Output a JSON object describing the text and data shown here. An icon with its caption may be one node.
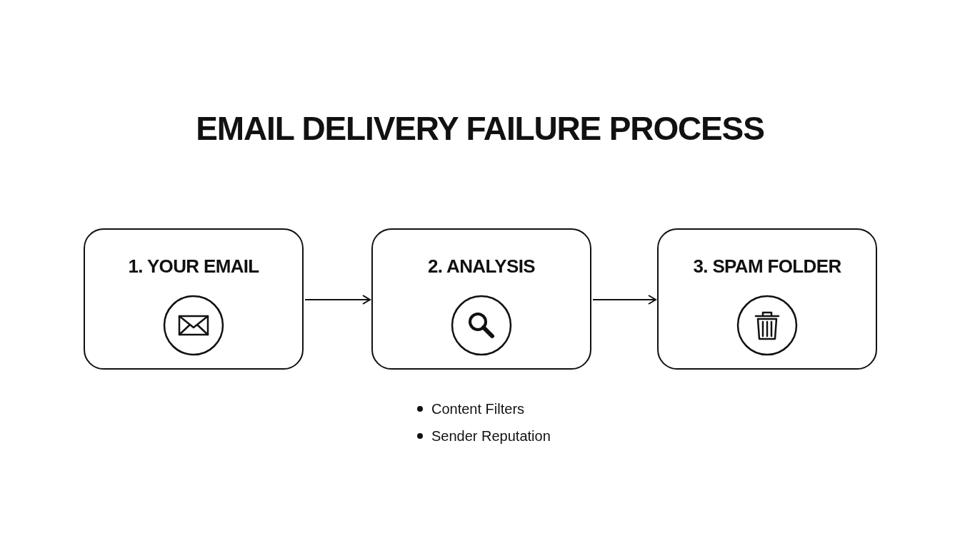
{
  "diagram": {
    "title": "EMAIL DELIVERY FAILURE PROCESS",
    "nodes": [
      {
        "text": [
          "1. YOUR EMAIL"
        ]
      },
      {
        "text": [
          "2. ANALYSIS"
        ],
        "beside": [
          "Content Filters",
          "Sender Reputation"
        ]
      },
      {
        "text": [
          "3. SPAM FOLDER"
        ]
      }
    ],
    "edges": [
      {
        "from": 0,
        "to": 1,
        "arrow": "to"
      },
      {
        "from": 1,
        "to": 2,
        "arrow": "to"
      }
    ]
  }
}
